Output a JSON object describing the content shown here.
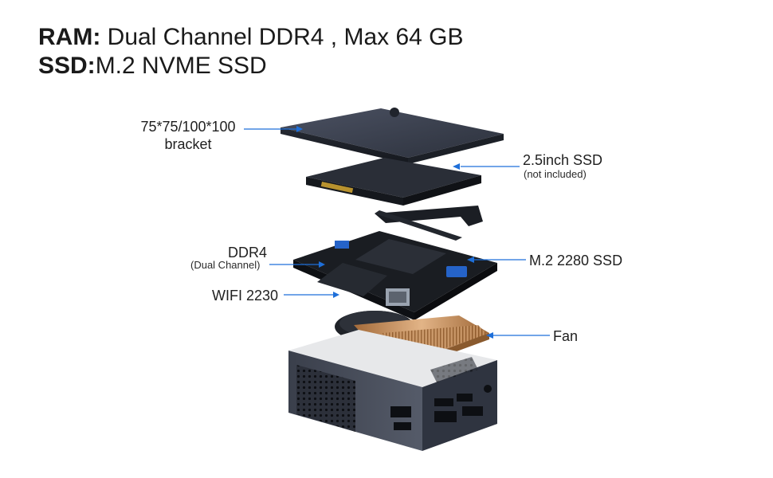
{
  "headline": {
    "ram_key": "RAM:",
    "ram_value": " Dual Channel DDR4 , Max 64 GB",
    "ssd_key": "SSD:",
    "ssd_value": "M.2 NVME SSD"
  },
  "callouts": {
    "bracket_line1": "75*75/100*100",
    "bracket_line2": "bracket",
    "ssd25_main": "2.5inch SSD",
    "ssd25_note": "(not included)",
    "ddr4_main": "DDR4",
    "ddr4_note": "(Dual Channel)",
    "m2": "M.2 2280 SSD",
    "wifi": "WIFI 2230",
    "fan": "Fan"
  },
  "colors": {
    "arrow": "#1e6fd9",
    "text": "#1f1f1f",
    "chassis": "#3b4150",
    "copper": "#c08a55"
  }
}
